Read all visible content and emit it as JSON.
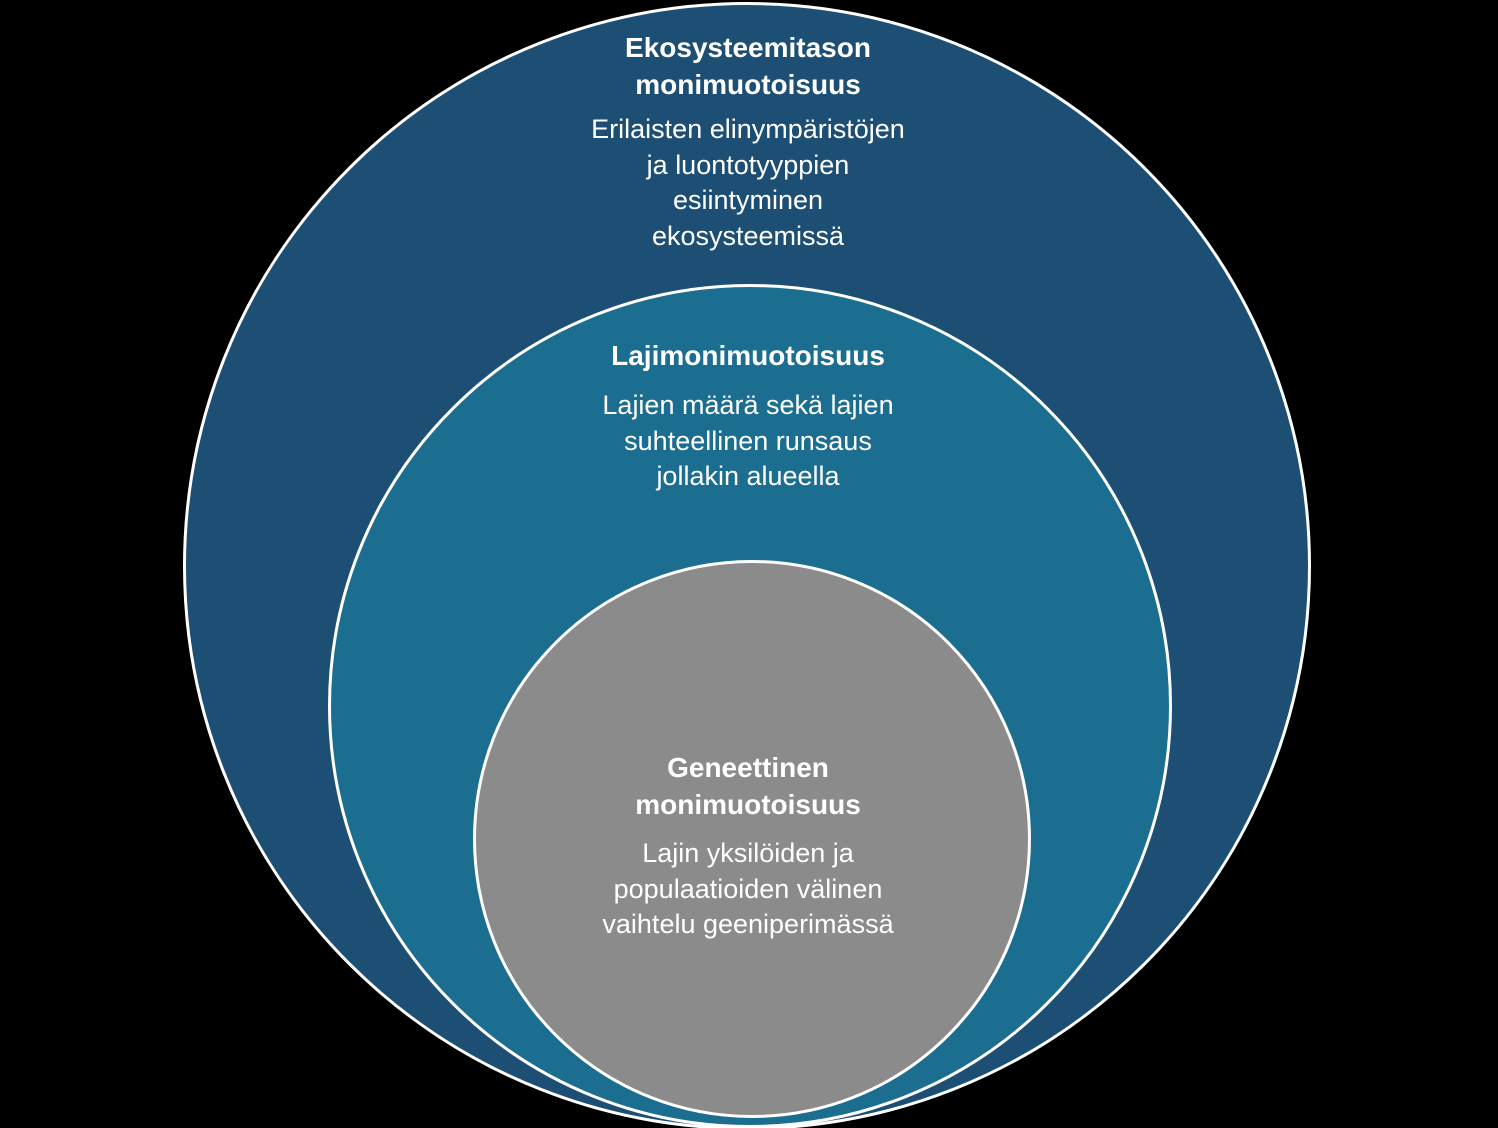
{
  "background_color": "#000000",
  "text_color": "#ffffff",
  "diagram": {
    "outer": {
      "title": "Ekosysteemitason\nmonimuotoisuus",
      "description": "Erilaisten elinympäristöjen\nja luontotyyppien\nesiintyminen\nekosysteemissä",
      "color": "#1d4e74"
    },
    "middle": {
      "title": "Lajimonimuotoisuus",
      "description": "Lajien määrä sekä lajien\nsuhteellinen runsaus\njollakin alueella",
      "color": "#1b6e90"
    },
    "inner": {
      "title": "Geneettinen\nmonimuotoisuus",
      "description": "Lajin yksilöiden ja\npopulaatioiden välinen\nvaihtelu geeniperimässä",
      "color": "#8b8b8b"
    }
  }
}
